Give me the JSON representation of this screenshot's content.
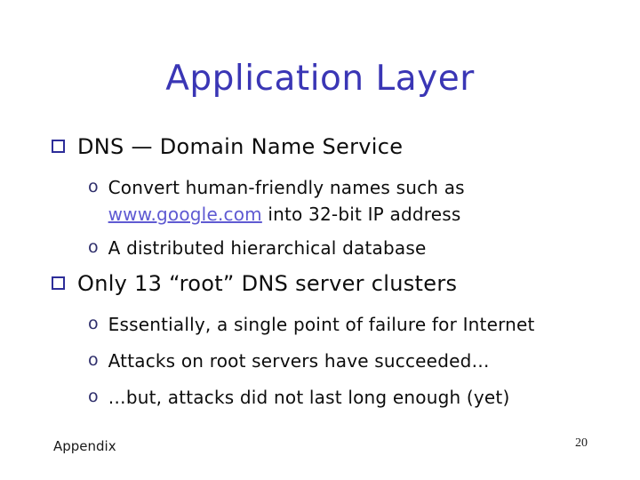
{
  "slide": {
    "title": "Application Layer",
    "footer": {
      "left": "Appendix",
      "page_number": "20"
    }
  },
  "icons": {
    "level1_marker": "square-outline-bullet",
    "level2_marker": "o"
  },
  "colors": {
    "title": "#3a36b5",
    "body_text": "#0d0d0d",
    "bullet_square_border": "#2d2d99",
    "sub_marker": "#2e2e6b",
    "link": "#5f5ad2",
    "background": "#ffffff"
  },
  "content": {
    "bullet1": {
      "label": "DNS — Domain Name Service",
      "sub1": {
        "line1": "Convert human-friendly names such as",
        "link": "www.google.com",
        "after_link": " into 32-bit IP address"
      },
      "sub2": "A distributed hierarchical database"
    },
    "bullet2": {
      "label": "Only 13 “root” DNS server clusters",
      "sub1": "Essentially, a single point of failure for Internet",
      "sub2": "Attacks on root servers have succeeded…",
      "sub3": "…but, attacks did not last long enough (yet)"
    }
  }
}
